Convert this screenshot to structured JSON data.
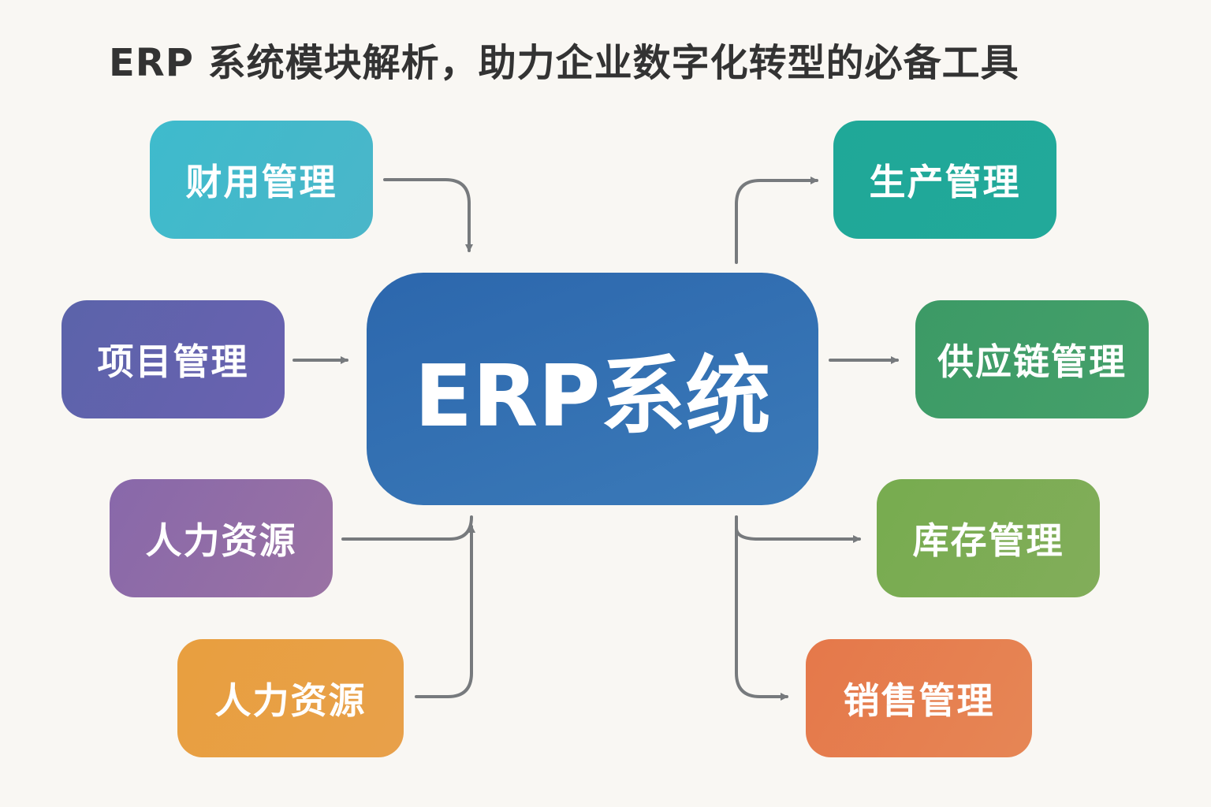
{
  "title": "ERP 系统模块解析，助力企业数字化转型的必备工具",
  "center": {
    "label": "ERP系统",
    "color": "#3272b2"
  },
  "left_modules": [
    {
      "label": "财用管理",
      "color": "#45b8ca",
      "direction": "input"
    },
    {
      "label": "项目管理",
      "color": "#6162ad",
      "direction": "input"
    },
    {
      "label": "人力资源",
      "color": "#916ca6",
      "direction": "input"
    },
    {
      "label": "人力资源",
      "color": "#e8a045",
      "direction": "input"
    }
  ],
  "right_modules": [
    {
      "label": "生产管理",
      "color": "#21a999",
      "direction": "output"
    },
    {
      "label": "供应链管理",
      "color": "#409d68",
      "direction": "output"
    },
    {
      "label": "库存管理",
      "color": "#7dac55",
      "direction": "output"
    },
    {
      "label": "销售管理",
      "color": "#e57f50",
      "direction": "output"
    }
  ],
  "arrow_color": "#777a7d"
}
